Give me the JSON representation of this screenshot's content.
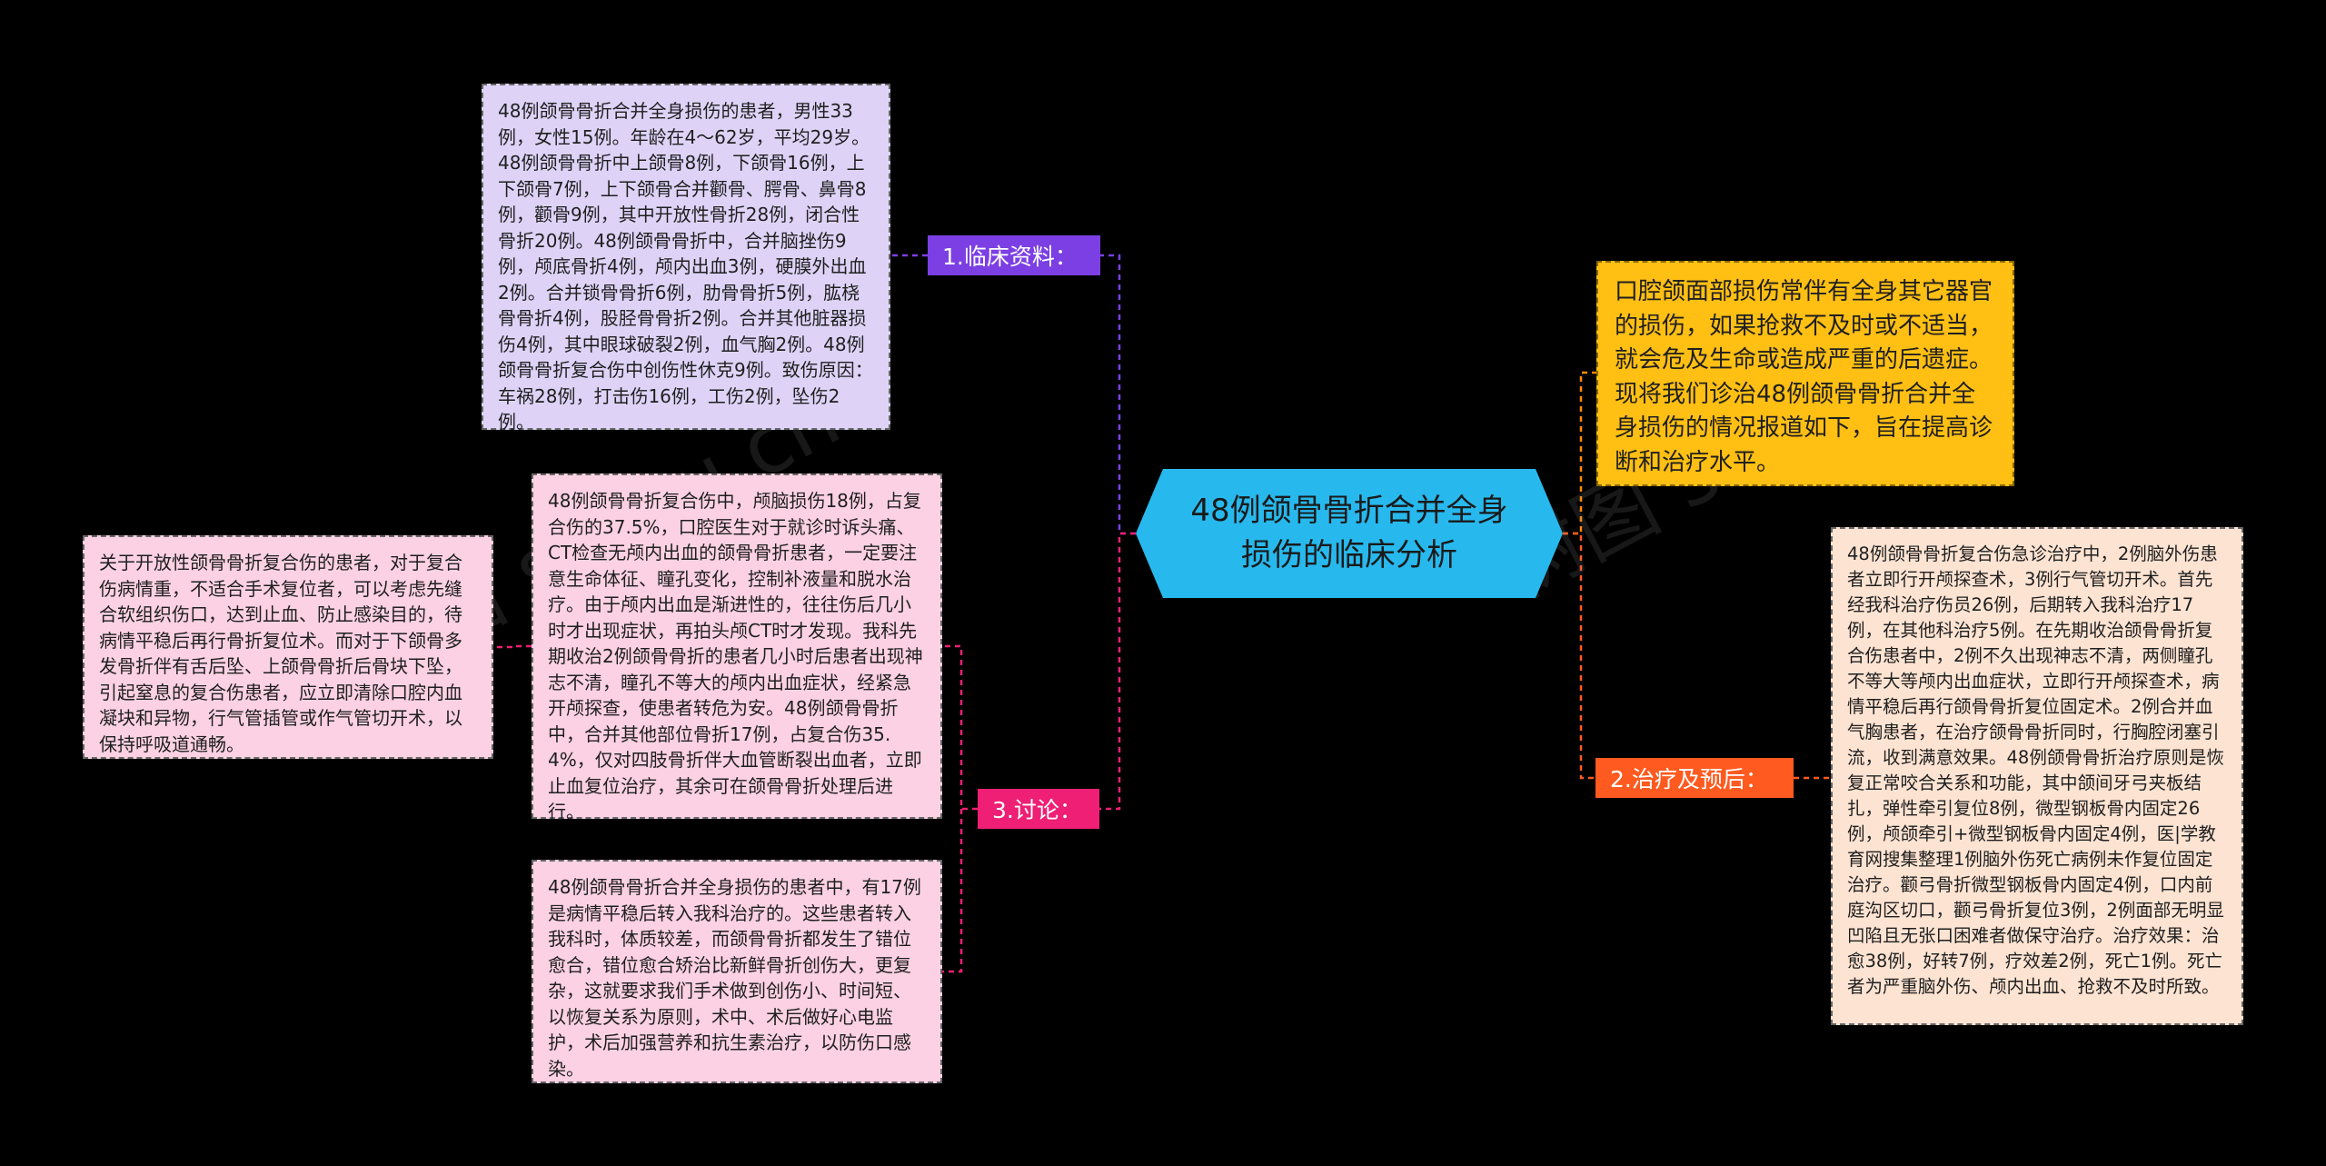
{
  "center": {
    "title": "48例颌骨骨折合并全身损伤的临床分析"
  },
  "branches": {
    "clinical": "1.临床资料：",
    "treatment": "2.治疗及预后：",
    "discussion": "3.讨论："
  },
  "leaves": {
    "clinical_data": "48例颌骨骨折合并全身损伤的患者，男性33例，女性15例。年龄在4～62岁，平均29岁。48例颌骨骨折中上颌骨8例，下颌骨16例，上下颌骨7例，上下颌骨合并颧骨、腭骨、鼻骨8例，颧骨9例，其中开放性骨折28例，闭合性骨折20例。48例颌骨骨折中，合并脑挫伤9例，颅底骨折4例，颅内出血3例，硬膜外出血2例。合并锁骨骨折6例，肋骨骨折5例，肱桡骨骨折4例，股胫骨骨折2例。合并其他脏器损伤4例，其中眼球破裂2例，血气胸2例。48例颌骨骨折复合伤中创伤性休克9例。致伤原因：车祸28例，打击伤16例，工伤2例，坠伤2例。",
    "intro": "口腔颌面部损伤常伴有全身其它器官的损伤，如果抢救不及时或不适当，就会危及生命或造成严重的后遗症。现将我们诊治48例颌骨骨折合并全身损伤的情况报道如下，旨在提高诊断和治疗水平。",
    "treatment": "48例颌骨骨折复合伤急诊治疗中，2例脑外伤患者立即行开颅探查术，3例行气管切开术。首先经我科治疗伤员26例，后期转入我科治疗17例，在其他科治疗5例。在先期收治颌骨骨折复合伤患者中，2例不久出现神志不清，两侧瞳孔不等大等颅内出血症状，立即行开颅探查术，病情平稳后再行颌骨骨折复位固定术。2例合并血气胸患者，在治疗颌骨骨折同时，行胸腔闭塞引流，收到满意效果。48例颌骨骨折治疗原则是恢复正常咬合关系和功能，其中颌间牙弓夹板结扎，弹性牵引复位8例，微型钢板骨内固定26例，颅颌牵引+微型钢板骨内固定4例，医|学教育网搜集整理1例脑外伤死亡病例未作复位固定治疗。颧弓骨折微型钢板骨内固定4例，口内前庭沟区切口，颧弓骨折复位3例，2例面部无明显凹陷且无张口困难者做保守治疗。治疗效果：治愈38例，好转7例，疗效差2例，死亡1例。死亡者为严重脑外伤、颅内出血、抢救不及时所致。",
    "discussion_1": "48例颌骨骨折复合伤中，颅脑损伤18例，占复合伤的37.5%，口腔医生对于就诊时诉头痛、CT检查无颅内出血的颌骨骨折患者，一定要注意生命体征、瞳孔变化，控制补液量和脱水治疗。由于颅内出血是渐进性的，往往伤后几小时才出现症状，再拍头颅CT时才发现。我科先期收治2例颌骨骨折的患者几小时后患者出现神志不清，瞳孔不等大的颅内出血症状，经紧急开颅探查，使患者转危为安。48例颌骨骨折中，合并其他部位骨折17例，占复合伤35.4%，仅对四肢骨折伴大血管断裂出血者，立即止血复位治疗，其余可在颌骨骨折处理后进行。",
    "discussion_2": "48例颌骨骨折合并全身损伤的患者中，有17例是病情平稳后转入我科治疗的。这些患者转入我科时，体质较差，而颌骨骨折都发生了错位愈合，错位愈合矫治比新鲜骨折创伤大，更复杂，这就要求我们手术做到创伤小、时间短、以恢复关系为原则，术中、术后做好心电监护，术后加强营养和抗生素治疗，以防伤口感染。",
    "discussion_3": "关于开放性颌骨骨折复合伤的患者，对于复合伤病情重，不适合手术复位者，可以考虑先缝合软组织伤口，达到止血、防止感染目的，待病情平稳后再行骨折复位术。而对于下颌骨多发骨折伴有舌后坠、上颌骨骨折后骨块下坠，引起窒息的复合伤患者，应立即清除口腔内血凝块和异物，行气管插管或作气管切开术，以保持呼吸道通畅。"
  },
  "watermark": {
    "text": "树图 shutu.cn"
  },
  "colors": {
    "background": "#000000",
    "center": "#27b9ee",
    "clinical": "#7b3fe4",
    "treatment": "#ff5a1f",
    "discussion": "#ee1f74",
    "intro": "#ffbf13"
  }
}
